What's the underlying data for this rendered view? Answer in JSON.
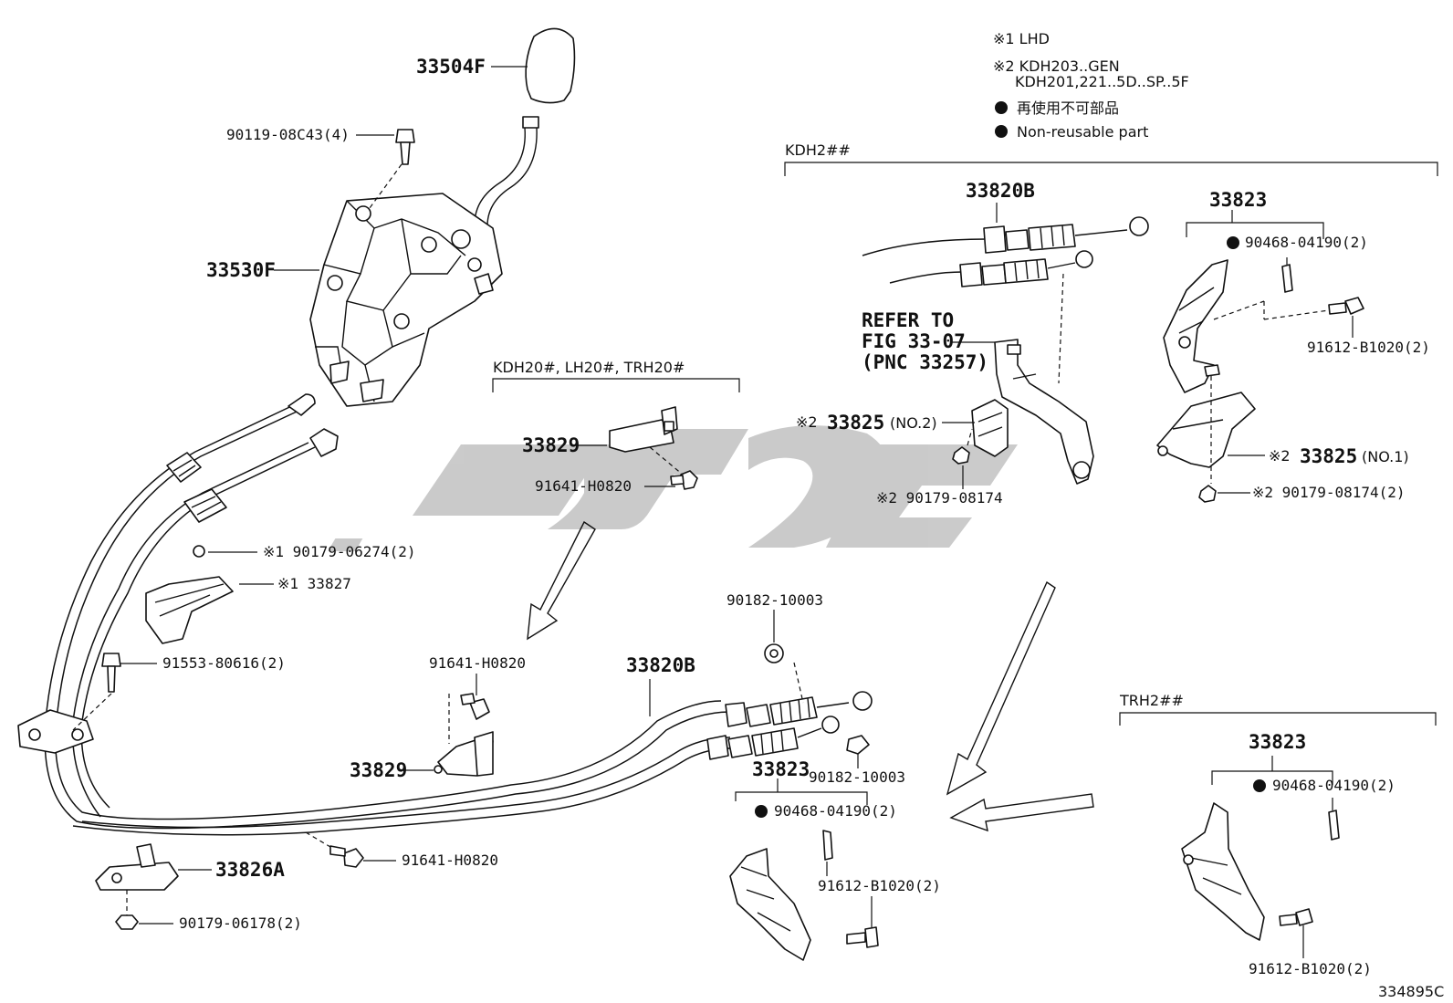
{
  "notes": {
    "lhd": "※1 LHD",
    "kdh_line1": "※2 KDH203..GEN",
    "kdh_line2": "KDH201,221..5D..SP..5F",
    "non_reusable_ja": "再使用不可部品",
    "non_reusable_en": "Non-reusable part"
  },
  "groups": {
    "kdh2": "KDH2##",
    "kdh20": "KDH20#, LH20#, TRH20#",
    "trh2": "TRH2##"
  },
  "refer": {
    "line1": "REFER TO",
    "line2": "FIG 33-07",
    "line3": "(PNC 33257)"
  },
  "labels": {
    "knob": "33504F",
    "bolt_top": "90119-08C43(4)",
    "shift_lever": "33530F",
    "nut_lhd": "※1 90179-06274(2)",
    "clip_lhd": "※1 33827",
    "bolt_plate": "91553-80616(2)",
    "retainer_mid": "33826A",
    "nut_bottom": "90179-06178(2)",
    "kdh20_bracket": "33829",
    "kdh20_bolt": "91641-H0820",
    "center_bolt": "91641-H0820",
    "center_bracket": "33829",
    "center_cable": "33820B",
    "bolt_bottom_mid": "91641-H0820",
    "washer_top": "90182-10003",
    "washer_bottom": "90182-10003",
    "center_33823": "33823",
    "center_pin": "90468-04190(2)",
    "center_bolt2": "91612-B1020(2)",
    "kdh2_cable": "33820B",
    "kdh2_33825_no2_pre": "※2",
    "kdh2_33825_no2_num": "33825",
    "kdh2_33825_no2_suf": "(NO.2)",
    "kdh2_nut_no2": "※2 90179-08174",
    "kdh2_33823": "33823",
    "kdh2_pin": "90468-04190(2)",
    "kdh2_bolt": "91612-B1020(2)",
    "kdh2_33825_no1_pre": "※2",
    "kdh2_33825_no1_num": "33825",
    "kdh2_33825_no1_suf": "(NO.1)",
    "kdh2_nut_no1": "※2 90179-08174(2)",
    "trh2_33823": "33823",
    "trh2_pin": "90468-04190(2)",
    "trh2_bolt": "91612-B1020(2)",
    "figure_code": "334895C"
  }
}
